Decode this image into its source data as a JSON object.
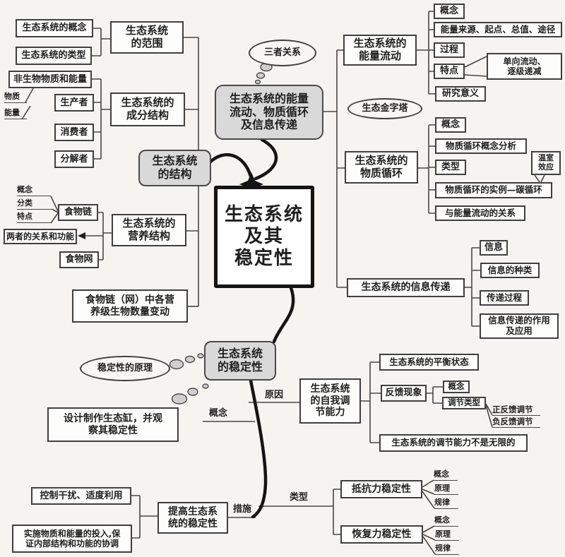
{
  "colors": {
    "background": "#f5f4f1",
    "box_border": "#3f3f3f",
    "gray_node_fill": "#d9d9d9",
    "ink": "#1f1f1f",
    "thick_line": "#141414"
  },
  "mindmap": {
    "center": "生态系统\n及其\n稳定性",
    "structure": {
      "hub": "生态系统\n的结构",
      "scope": {
        "label": "生态系统\n的范围",
        "concept": "生态系统的概念",
        "type": "生态系统的类型"
      },
      "components": {
        "label": "生态系统的\n成分结构",
        "abiotic": "非生物物质和能量",
        "matter": "物质",
        "energy": "能量",
        "producer": "生产者",
        "consumer": "消费者",
        "decomposer": "分解者"
      },
      "trophic": {
        "label": "生态系统的\n营养结构",
        "food_chain": "食物链",
        "chain_concept": "概念",
        "chain_class": "分类",
        "chain_feature": "特点",
        "relation": "两者的关系和功能",
        "food_web": "食物网"
      },
      "quantity": "食物链（网）中各营\n养级生物数量变动"
    },
    "flow": {
      "bubble": "三者关系",
      "hub": "生态系统的能量\n流动、物质循环\n及信息传递",
      "energy": {
        "label": "生态系统的\n能量流动",
        "concept": "概念",
        "source": "能量来源、起点、总值、途径",
        "process": "过程",
        "feature": "特点",
        "feature_note": "单向流动、\n逐级递减",
        "significance": "研究意义",
        "pyramid": "生态金字塔"
      },
      "matter": {
        "label": "生态系统的\n物质循环",
        "concept": "概念",
        "analysis": "物质循环概念分析",
        "type": "类型",
        "greenhouse": "温室\n效应",
        "example": "物质循环的实例—碳循环",
        "energy_relation": "与能量流动的关系"
      },
      "info": {
        "label": "生态系统的信息传递",
        "info": "信息",
        "kinds": "信息的种类",
        "process": "传递过程",
        "application": "信息传递的作用\n及应用"
      }
    },
    "stability": {
      "hub": "生态系统\n的稳定性",
      "bubble": "稳定性的原理",
      "concept": "概念",
      "reason": "原因",
      "self_regulation": {
        "label": "生态系统\n的自我调\n节能力",
        "balance": "生态系统的平衡状态",
        "feedback": "反馈现象",
        "fb_concept": "概念",
        "fb_type": "调节类型",
        "positive": "正反馈调节",
        "negative": "负反馈调节",
        "limit": "生态系统的调节能力不是无限的"
      },
      "eco_jar": "设计制作生态缸，并观\n察其稳定性",
      "improve": {
        "label": "提高生态系\n统的稳定性",
        "control": "控制干扰、适度利用",
        "input": "实施物质和能量的投入,保\n证内部结构和功能的协调",
        "measure": "措施",
        "category": "类型",
        "resistance": {
          "label": "抵抗力稳定性",
          "concept": "概念",
          "principle": "原理",
          "rule": "规律"
        },
        "resilience": {
          "label": "恢复力稳定性",
          "concept": "概念",
          "principle": "原理",
          "rule": "规律"
        }
      }
    }
  }
}
